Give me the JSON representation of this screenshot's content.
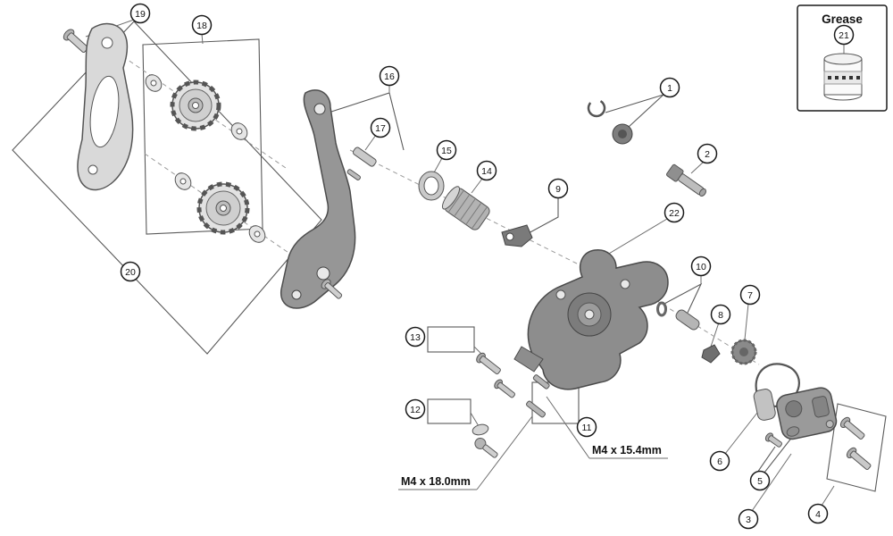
{
  "diagram": {
    "grease_label": "Grease",
    "note_m4_15": "M4 x 15.4mm",
    "note_m4_18": "M4 x 18.0mm",
    "callouts": {
      "c1": "1",
      "c2": "2",
      "c3": "3",
      "c4": "4",
      "c5": "5",
      "c6": "6",
      "c7": "7",
      "c8": "8",
      "c9": "9",
      "c10": "10",
      "c11": "11",
      "c12": "12",
      "c13": "13",
      "c14": "14",
      "c15": "15",
      "c16": "16",
      "c17": "17",
      "c18": "18",
      "c19": "19",
      "c20": "20",
      "c21": "21",
      "c22": "22"
    },
    "colors": {
      "line": "#5a5a5a",
      "part_dark": "#8a8a8a",
      "part_light": "#d9d9d9",
      "background": "#ffffff"
    }
  }
}
